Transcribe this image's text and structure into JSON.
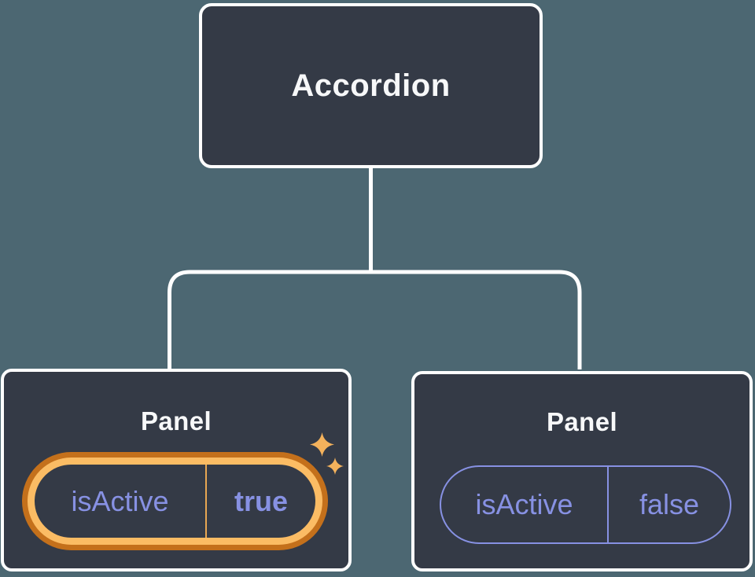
{
  "tree": {
    "root": {
      "label": "Accordion"
    },
    "panels": [
      {
        "title": "Panel",
        "state_key": "isActive",
        "state_value": "true",
        "highlighted": true
      },
      {
        "title": "Panel",
        "state_key": "isActive",
        "state_value": "false",
        "highlighted": false
      }
    ]
  },
  "icons": {
    "sparkle": "four-point-star"
  },
  "colors": {
    "bg": "#4c6772",
    "node_fill": "#343a46",
    "node_border": "#ffffff",
    "title_text": "#f7f8f9",
    "state_text": "#8791e3",
    "state_border": "#8791e3",
    "ring_outer": "#c4701b",
    "ring_inner": "#fbbc64",
    "divider_gold": "#e8a752",
    "sparkle": "#f4b25c",
    "connector": "#ffffff"
  }
}
